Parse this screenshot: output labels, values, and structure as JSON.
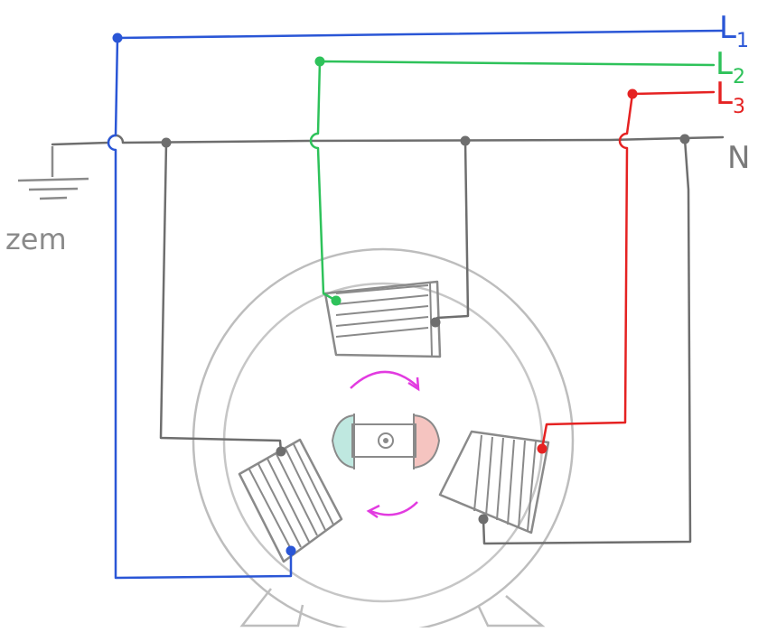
{
  "labels": {
    "l1": {
      "main": "L",
      "sub": "1",
      "color": "#2a56d6"
    },
    "l2": {
      "main": "L",
      "sub": "2",
      "color": "#2ec25a"
    },
    "l3": {
      "main": "L",
      "sub": "3",
      "color": "#e52222"
    },
    "n": {
      "main": "N",
      "color": "#7a7a7a"
    },
    "ground": {
      "text": "zem",
      "color": "#8a8a8a"
    }
  },
  "colors": {
    "neutral": "#6e6e6e",
    "motor_outline": "#bdbdbd",
    "winding": "#8a8a8a",
    "rotation_arrow": "#e23be0",
    "rotor_pole_left": "#bfe8e0",
    "rotor_pole_right": "#f5c4c0"
  }
}
